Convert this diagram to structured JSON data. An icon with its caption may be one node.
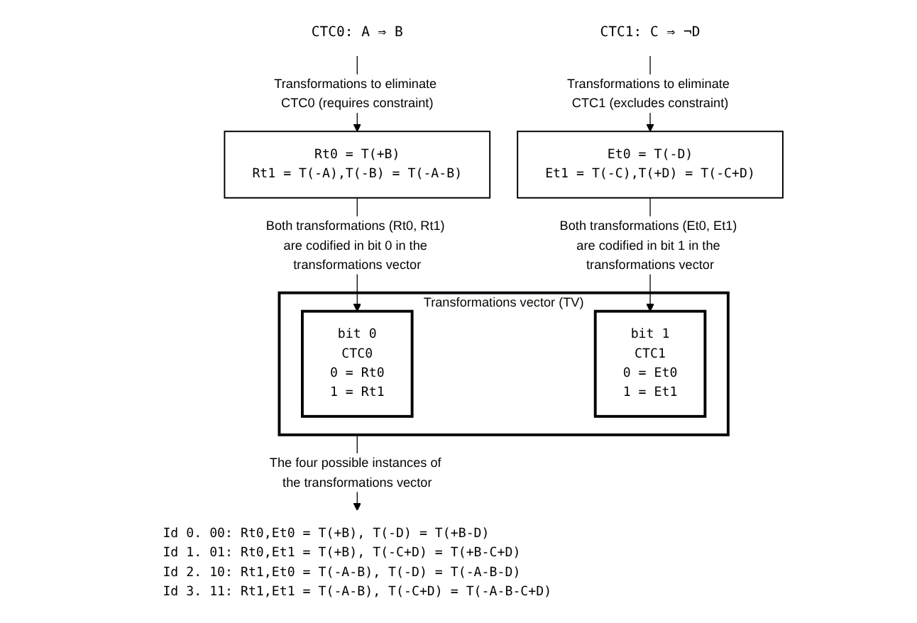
{
  "diagram": {
    "nodes": [
      {
        "text": [
          "CTC0: A ⇒ B"
        ]
      },
      {
        "text": [
          "CTC1: C ⇒ ¬D"
        ]
      },
      {
        "text": [
          "Rt0 = T(+B)",
          "Rt1 = T(-A),T(-B) = T(-A-B)"
        ]
      },
      {
        "text": [
          "Et0 = T(-D)",
          "Et1 = T(-C),T(+D) = T(-C+D)"
        ]
      },
      {
        "text": [
          "Transformations vector (TV)"
        ]
      },
      {
        "text": [
          "bit 0",
          "CTC0",
          "0 = Rt0",
          "1 = Rt1"
        ],
        "in": 4
      },
      {
        "text": [
          "bit 1",
          "CTC1",
          "0 = Et0",
          "1 = Et1"
        ],
        "in": 4
      },
      {
        "text": [
          "Id 0. 00: Rt0,Et0 = T(+B), T(-D) = T(+B-D)",
          "Id 1. 01: Rt0,Et1 = T(+B), T(-C+D) = T(+B-C+D)",
          "Id 2. 10: Rt1,Et0 = T(-A-B), T(-D) = T(-A-B-D)",
          "Id 3. 11: Rt1,Et1 = T(-A-B), T(-C+D) = T(-A-B-C+D)"
        ]
      }
    ],
    "edges": [
      {
        "from": 0,
        "to": 2,
        "arrow": "to",
        "label": "Transformations to eliminate CTC0 (requires constraint)"
      },
      {
        "from": 1,
        "to": 3,
        "arrow": "to",
        "label": "Transformations to eliminate CTC1 (excludes constraint)"
      },
      {
        "from": 2,
        "to": 5,
        "arrow": "to",
        "label": "Both transformations (Rt0, Rt1) are codified in bit 0 in the transformations vector"
      },
      {
        "from": 3,
        "to": 6,
        "arrow": "to",
        "label": "Both transformations (Et0, Et1) are codified in bit 1 in the transformations vector"
      },
      {
        "from": 4,
        "to": 7,
        "arrow": "to",
        "label": "The four possible instances of the transformations vector"
      }
    ]
  }
}
